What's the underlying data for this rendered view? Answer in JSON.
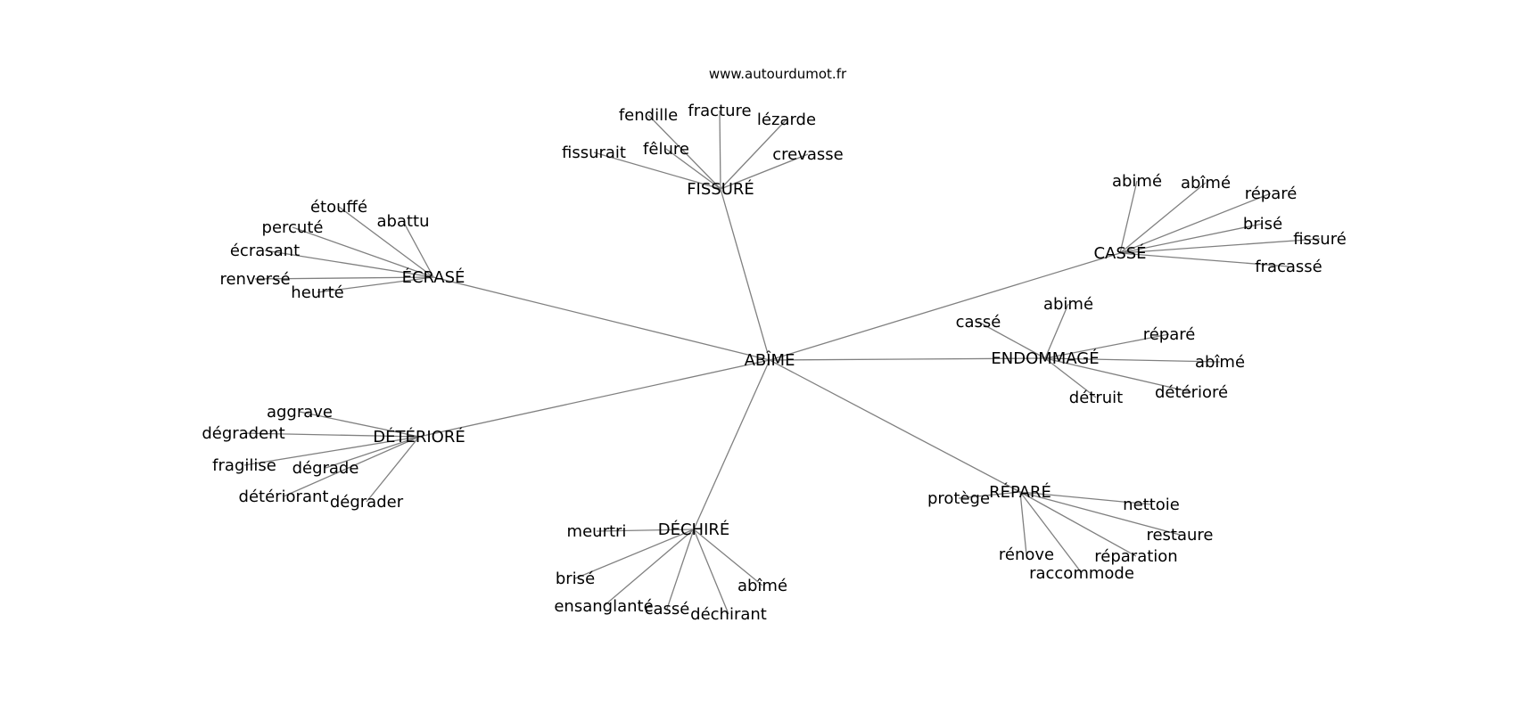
{
  "site": "www.autourdumot.fr",
  "graph": {
    "center": "ABÎME",
    "hubs": [
      {
        "label": "FISSURÉ",
        "leaves": [
          "fendille",
          "fracture",
          "lézarde",
          "fissurait",
          "fêlure",
          "crevasse"
        ]
      },
      {
        "label": "ÉCRASÉ",
        "leaves": [
          "étouffé",
          "abattu",
          "percuté",
          "écrasant",
          "renversé",
          "heurté"
        ]
      },
      {
        "label": "CASSÉ",
        "leaves": [
          "abimé",
          "abîmé",
          "réparé",
          "brisé",
          "fissuré",
          "fracassé"
        ]
      },
      {
        "label": "ENDOMMAGÉ",
        "leaves": [
          "abimé",
          "cassé",
          "réparé",
          "abîmé",
          "détérioré",
          "détruit"
        ]
      },
      {
        "label": "DÉTÉRIORÉ",
        "leaves": [
          "aggrave",
          "dégradent",
          "fragilise",
          "dégrade",
          "détériorant",
          "dégrader"
        ]
      },
      {
        "label": "DÉCHIRÉ",
        "leaves": [
          "meurtri",
          "brisé",
          "ensanglanté",
          "cassé",
          "déchirant",
          "abîmé"
        ]
      },
      {
        "label": "RÉPARÉ",
        "leaves": [
          "protège",
          "nettoie",
          "restaure",
          "réparation",
          "rénove",
          "raccommode"
        ]
      }
    ]
  }
}
